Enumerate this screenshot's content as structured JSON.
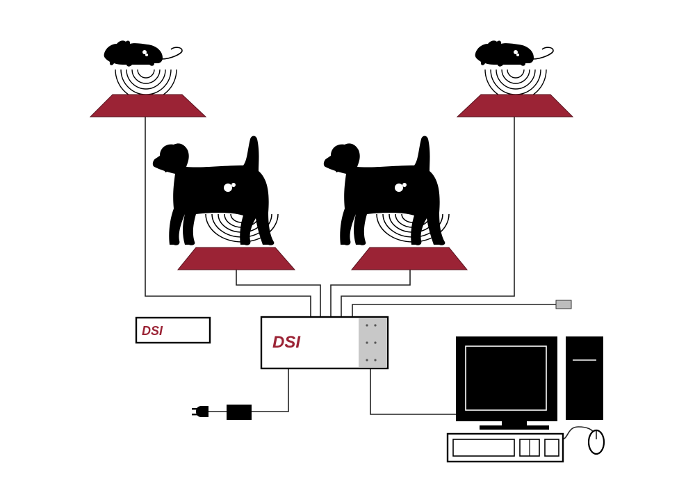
{
  "diagram": {
    "colors": {
      "plate": "#9b2335",
      "plate_stroke": "#5a1420",
      "line": "#222222",
      "body": "#000000",
      "port_panel": "#c8c8c8",
      "background": "#ffffff"
    },
    "logo": {
      "main_unit_text": "DSI",
      "remote_unit_text": "DSI"
    },
    "components": [
      "rat-left",
      "rat-right",
      "dog-left",
      "dog-right",
      "receiver-plate-rat-left",
      "receiver-plate-rat-right",
      "receiver-plate-dog-left",
      "receiver-plate-dog-right",
      "matrix-unit",
      "remote-unit",
      "power-adapter",
      "usb-dongle",
      "computer-monitor",
      "computer-tower",
      "keyboard",
      "mouse"
    ]
  }
}
